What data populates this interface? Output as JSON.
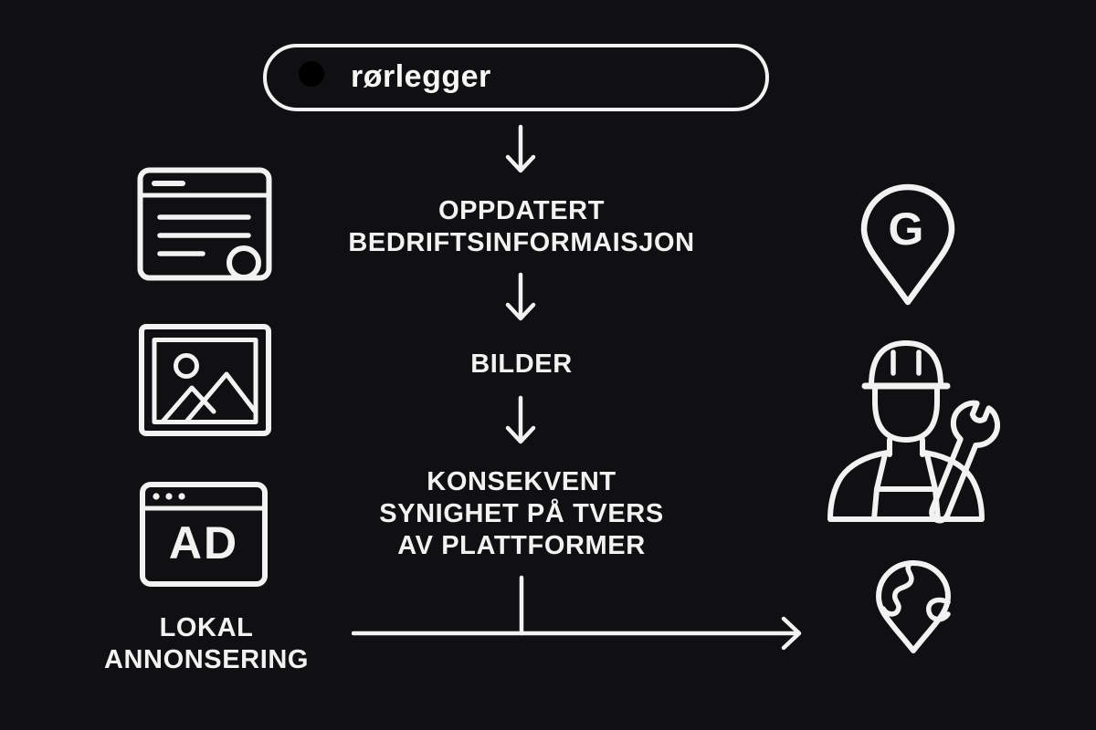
{
  "colors": {
    "background": "#101013",
    "foreground": "#f2f2f2"
  },
  "search_bar": {
    "query": "rørlegger"
  },
  "flow": {
    "steps": [
      {
        "lines": [
          "OPPDATERT",
          "BEDRIFTSINFORMAISJON"
        ]
      },
      {
        "lines": [
          "BILDER"
        ]
      },
      {
        "lines": [
          "KONSEKVENT",
          "SYNIGHET PÅ TVERS",
          "AV PLATTFORMER"
        ]
      }
    ]
  },
  "left_column": {
    "ad_label": "AD",
    "caption_lines": [
      "LOKAL",
      "ANNONSERING"
    ]
  },
  "right_column": {
    "google_pin_letter": "G"
  },
  "icons": [
    "search-icon",
    "webpage-icon",
    "image-icon",
    "ad-browser-icon",
    "arrow-down-icon",
    "arrow-right-connector-icon",
    "google-maps-pin-icon",
    "worker-wrench-icon",
    "globe-pin-icon"
  ]
}
